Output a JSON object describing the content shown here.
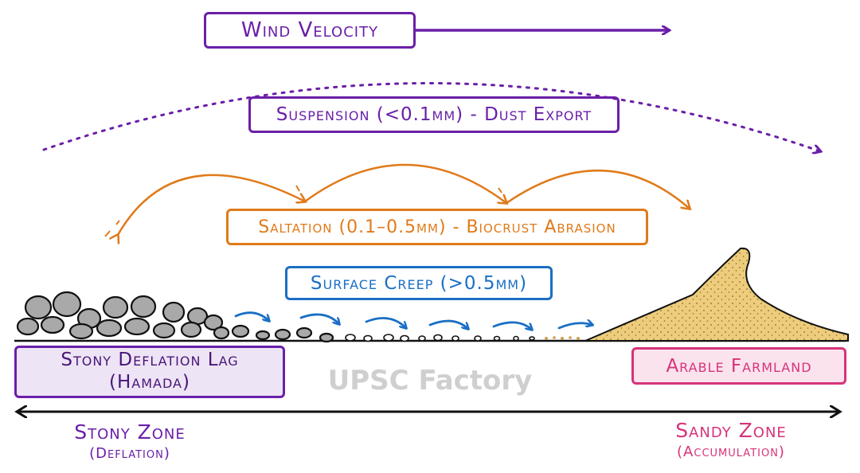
{
  "labels": {
    "wind_velocity": "Wind Velocity",
    "suspension": "Suspension (<0.1mm) - Dust Export",
    "saltation": "Saltation (0.1–0.5mm) - Biocrust Abrasion",
    "surface_creep": "Surface Creep (>0.5mm)",
    "stony_lag_line1": "Stony Deflation Lag",
    "stony_lag_line2": "(Hamada)",
    "arable_farmland": "Arable Farmland",
    "stony_zone": "Stony Zone",
    "stony_zone_sub": "(Deflation)",
    "sandy_zone": "Sandy Zone",
    "sandy_zone_sub": "(Accumulation)",
    "watermark": "UPSC Factory"
  },
  "colors": {
    "purple": "#6a1fa8",
    "orange": "#e07a1a",
    "blue": "#1a6fc4",
    "pink": "#d6337a",
    "stony_fill": "#ede4f5",
    "farm_fill": "#fbe3ee",
    "sand": "#edcd7c",
    "rock": "#a9a9a9",
    "ink": "#111111",
    "watermark": "#cfcfcf"
  },
  "icons": {
    "wind_arrow": "arrow-right-icon",
    "ground_axis": "double-arrow-icon"
  }
}
